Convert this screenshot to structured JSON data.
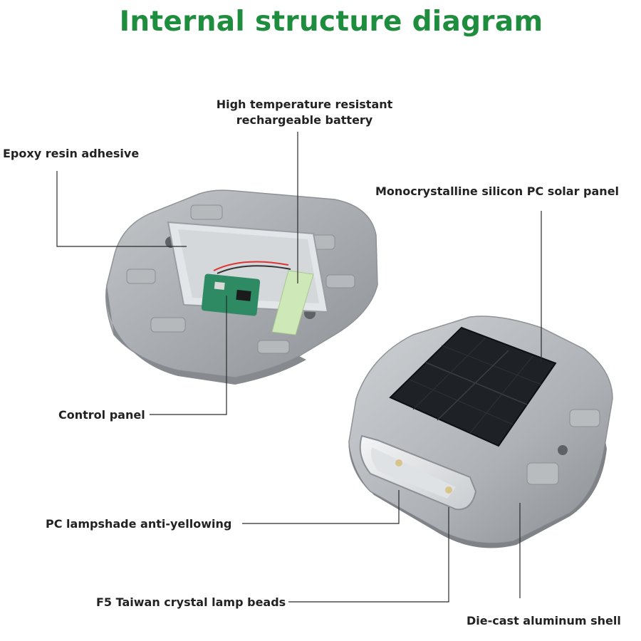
{
  "title": "Internal structure diagram",
  "labels": {
    "battery_line1": "High temperature resistant",
    "battery_line2": "rechargeable battery",
    "epoxy": "Epoxy resin adhesive",
    "solar_panel": "Monocrystalline silicon PC solar panel",
    "control_panel": "Control panel",
    "lampshade": "PC lampshade anti-yellowing",
    "lamp_beads": "F5 Taiwan crystal lamp beads",
    "shell": "Die-cast aluminum shell"
  },
  "colors": {
    "title": "#1e8e3e",
    "shell": "#a7aaae",
    "solar": "#1e2126",
    "battery": "#cfe8b8"
  }
}
